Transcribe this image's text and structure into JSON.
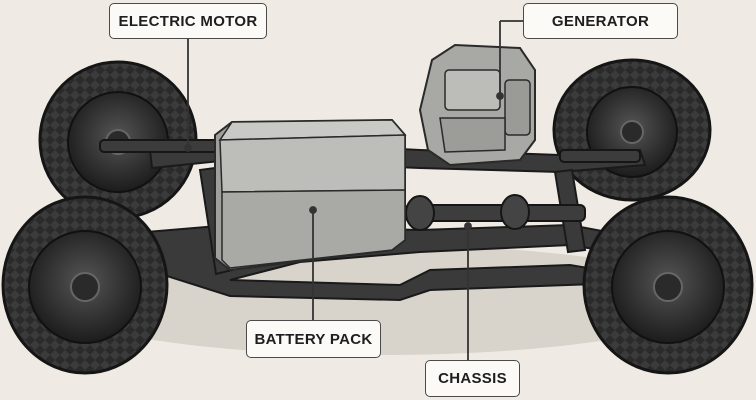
{
  "labels": {
    "electric_motor": "ELECTRIC MOTOR",
    "generator": "GENERATOR",
    "battery_pack": "BATTERY PACK",
    "chassis": "CHASSIS"
  },
  "colors": {
    "background": "#efebe4",
    "tire": "#2a2a2a",
    "frame": "#3a3a3a",
    "battery": "#b9b9b6",
    "generator": "#a9a9a6",
    "leader": "#333333"
  }
}
